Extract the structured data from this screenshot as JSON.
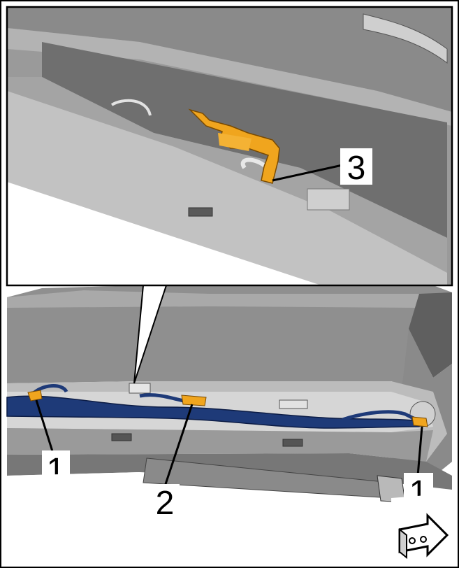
{
  "callouts": {
    "c1_left": "1",
    "c2": "2",
    "c1_right": "1",
    "c3": "3"
  },
  "icons": {
    "nav": "direction-arrow-icon"
  },
  "colors": {
    "outline": "#000000",
    "panel_gray": "#9c9c9c",
    "dark_gray": "#6e6e6e",
    "light_gray": "#c8c8c8",
    "cable_blue": "#1e3a78",
    "clip_orange": "#f0a51e"
  }
}
